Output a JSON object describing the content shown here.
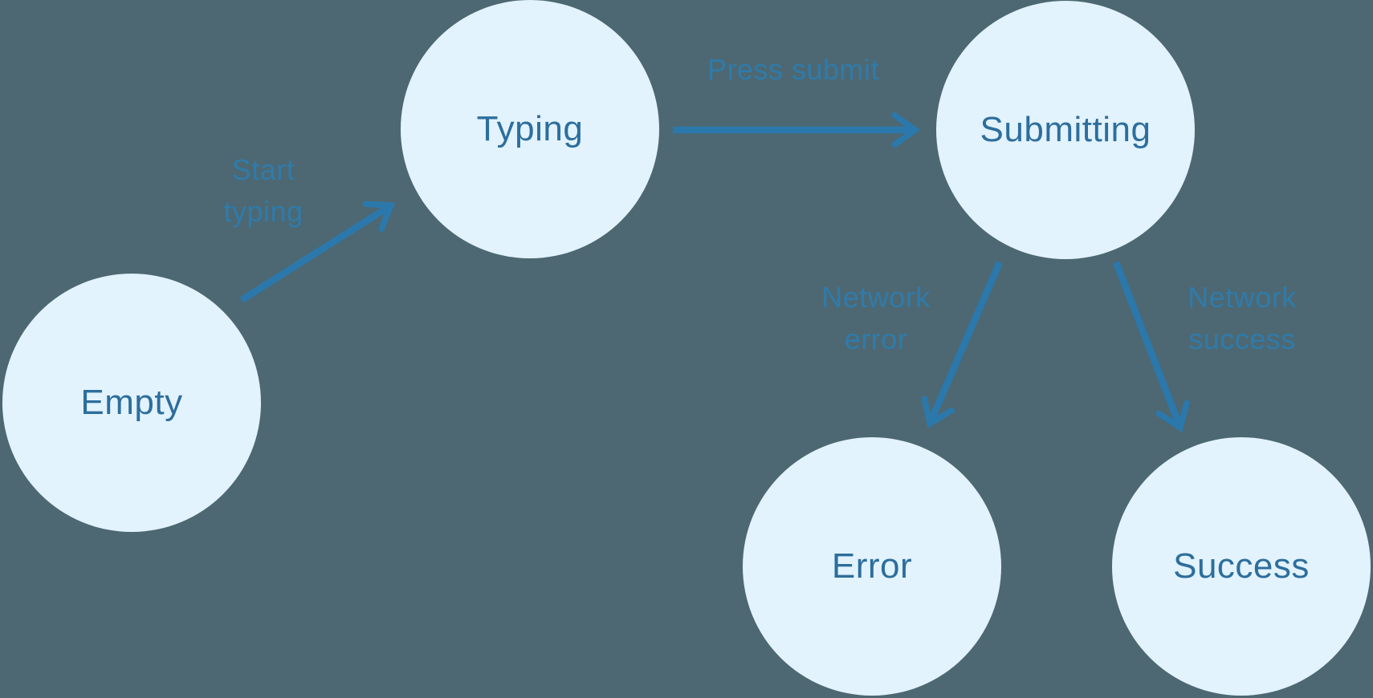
{
  "diagram": {
    "type": "state-machine",
    "colors": {
      "bg-color": "#4d6872",
      "node-fill": "#e2f3fd",
      "node-text-color": "#2d6e9d",
      "edge-color": "#2b78ad",
      "edge-label-color": "#2f7bab"
    },
    "nodes": [
      {
        "id": "empty",
        "label": "Empty"
      },
      {
        "id": "typing",
        "label": "Typing"
      },
      {
        "id": "submitting",
        "label": "Submitting"
      },
      {
        "id": "error",
        "label": "Error"
      },
      {
        "id": "success",
        "label": "Success"
      }
    ],
    "edges": [
      {
        "from": "empty",
        "to": "typing",
        "label": "Start typing",
        "label_lines": [
          "Start",
          "typing"
        ]
      },
      {
        "from": "typing",
        "to": "submitting",
        "label": "Press submit",
        "label_lines": [
          "Press submit"
        ]
      },
      {
        "from": "submitting",
        "to": "error",
        "label": "Network error",
        "label_lines": [
          "Network",
          "error"
        ]
      },
      {
        "from": "submitting",
        "to": "success",
        "label": "Network success",
        "label_lines": [
          "Network",
          "success"
        ]
      }
    ]
  }
}
